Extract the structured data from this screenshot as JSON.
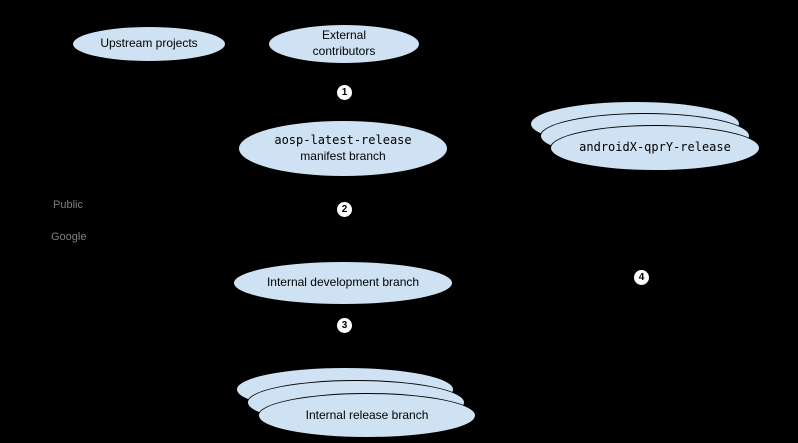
{
  "diagram": {
    "background_color": "#000000",
    "node_fill_color": "#cfe2f3",
    "nodes": {
      "upstream": {
        "label": "Upstream projects"
      },
      "external": {
        "line1": "External",
        "line2": "contributors"
      },
      "aosp_manifest": {
        "line1": "aosp-latest-release",
        "line2": "manifest branch"
      },
      "androidx_qpr": {
        "label": "androidX-qprY-release"
      },
      "internal_dev": {
        "label": "Internal development branch"
      },
      "internal_release": {
        "label": "Internal release branch"
      }
    },
    "steps": {
      "one": "1",
      "two": "2",
      "three": "3",
      "four": "4"
    },
    "sections": {
      "public": "Public",
      "google": "Google"
    }
  }
}
